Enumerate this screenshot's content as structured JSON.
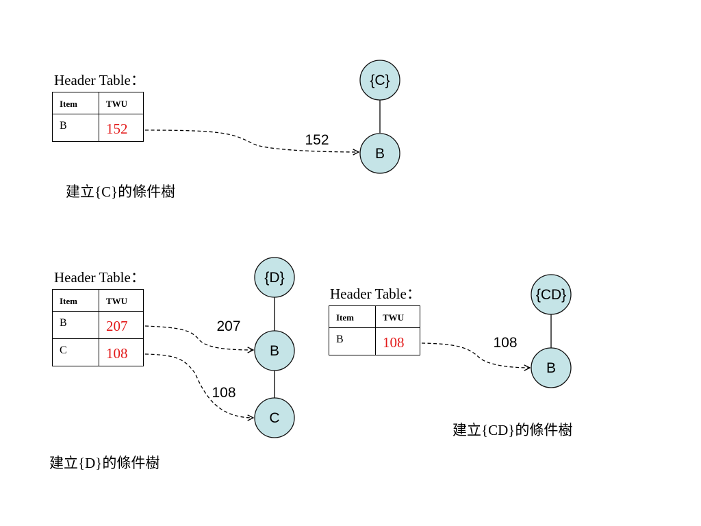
{
  "header_label": "Header Table：",
  "table_headers": {
    "item": "Item",
    "twu": "TWU"
  },
  "panels": {
    "c": {
      "rows": [
        {
          "item": "B",
          "twu": "152"
        }
      ],
      "tree": {
        "root": "{C}",
        "nodes": [
          "B"
        ],
        "edge_labels": [
          "152"
        ]
      },
      "caption": "建立{C}的條件樹"
    },
    "d": {
      "rows": [
        {
          "item": "B",
          "twu": "207"
        },
        {
          "item": "C",
          "twu": "108"
        }
      ],
      "tree": {
        "root": "{D}",
        "nodes": [
          "B",
          "C"
        ],
        "edge_labels": [
          "207",
          "108"
        ]
      },
      "caption": "建立{D}的條件樹"
    },
    "cd": {
      "rows": [
        {
          "item": "B",
          "twu": "108"
        }
      ],
      "tree": {
        "root": "{CD}",
        "nodes": [
          "B"
        ],
        "edge_labels": [
          "108"
        ]
      },
      "caption": "建立{CD}的條件樹"
    }
  },
  "colors": {
    "node_fill": "#c5e4e7",
    "node_stroke": "#111111",
    "twu_value": "#e31b1b"
  }
}
